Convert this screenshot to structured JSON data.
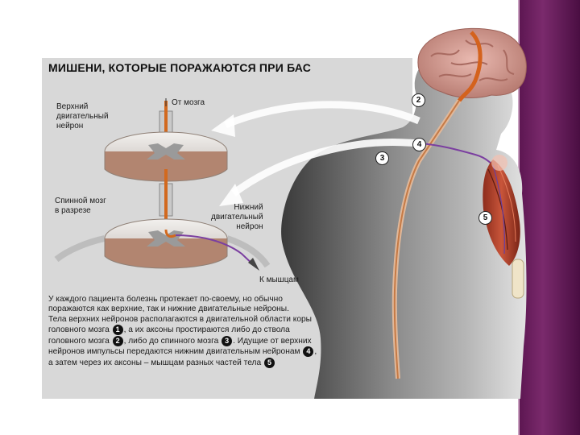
{
  "title": "МИШЕНИ, КОТОРЫЕ ПОРАЖАЮТСЯ ПРИ БАС",
  "labels": {
    "upper_neuron": [
      "Верхний",
      "двигательный",
      "нейрон"
    ],
    "from_brain": "От мозга",
    "spinal_cord": [
      "Спинной мозг",
      "в разрезе"
    ],
    "lower_neuron": [
      "Нижний",
      "двигательный",
      "нейрон"
    ],
    "to_muscles": "К мышцам"
  },
  "markers": [
    "1",
    "2",
    "3",
    "4",
    "5"
  ],
  "description": {
    "p1": "У каждого пациента болезнь протекает по-своему, но обычно поражаются как верхние, так и нижние двигательные нейроны.",
    "p2_a": "Тела верхних нейронов располагаются в двигательной области коры головного мозга",
    "p2_b": ", а их аксоны простираются либо до ствола головного мозга",
    "p2_c": ", либо до спинного мозга",
    "p2_d": ". Идущие от верхних нейронов импульсы передаются нижним двигательным нейронам",
    "p2_e": ", а затем через их аксоны – мышцам разных частей тела"
  },
  "colors": {
    "accent_bar": "#6a1f5e",
    "nerve": "#d2691e",
    "motor_path": "#7b3fa0",
    "panel": "#d8d8d8"
  }
}
